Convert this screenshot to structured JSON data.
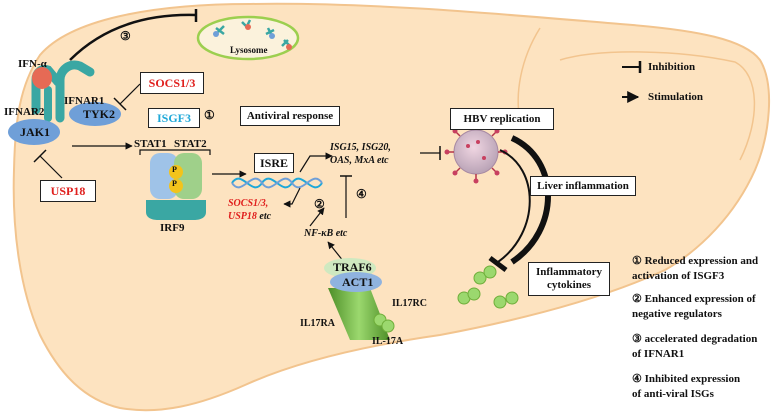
{
  "receptors": {
    "ifn": "IFN-α",
    "ifnar1": "IFNAR1",
    "ifnar2": "IFNAR2",
    "tyk2": "TYK2",
    "jak1": "JAK1"
  },
  "regulators": {
    "socs": "SOCS1/3",
    "usp18": "USP18",
    "isgf3": "ISGF3",
    "stat1": "STAT1",
    "stat2": "STAT2",
    "irf9": "IRF9",
    "p": "P"
  },
  "nucleus": {
    "isre": "ISRE",
    "isgs_line1": "ISG15, ISG20,",
    "isgs_line2": "OAS, MxA etc",
    "neg_line1": "SOCS1/3,",
    "neg_line2": "USP18",
    "neg_etc": " etc",
    "nfkb": "NF-κB etc"
  },
  "boxes": {
    "antiviral": "Antiviral response",
    "hbv": "HBV replication",
    "liver": "Liver inflammation",
    "cyto_line1": "Inflammatory",
    "cyto_line2": "cytokines",
    "lysosome": "Lysosome"
  },
  "il17": {
    "traf6": "TRAF6",
    "act1": "ACT1",
    "il17ra": "IL17RA",
    "il17rc": "IL17RC",
    "il17a": "IL-17A"
  },
  "markers": {
    "m1": "①",
    "m2": "②",
    "m3": "③",
    "m4": "④"
  },
  "key": {
    "inhibition": "Inhibition",
    "stimulation": "Stimulation"
  },
  "legend": {
    "l1a": "① Reduced expression and",
    "l1b": "activation of ISGF3",
    "l2a": "② Enhanced expression of",
    "l2b": "negative regulators",
    "l3a": "③ accelerated degradation",
    "l3b": "of IFNAR1",
    "l4a": "④ Inhibited expression",
    "l4b": "of anti-viral ISGs"
  },
  "colors": {
    "liver_fill": "#fde3c0",
    "liver_stroke": "#f2c48e",
    "receptor_teal": "#3aa7a3",
    "jak_blue": "#6f9fd8",
    "ifn_red": "#e66a55",
    "stat1_blue": "#9fc3e8",
    "stat2_green": "#9fd08a",
    "phospho_yellow": "#f3c31c",
    "cytokine_green": "#9bd86e",
    "lysosome_green": "#9ccf4f",
    "il17_green": "#6fae3a",
    "traf_green": "#cfe9c0",
    "act1_blue": "#8fb3df",
    "socs_red": "#e0201e",
    "isgf3_cyan": "#1fa8d8"
  }
}
